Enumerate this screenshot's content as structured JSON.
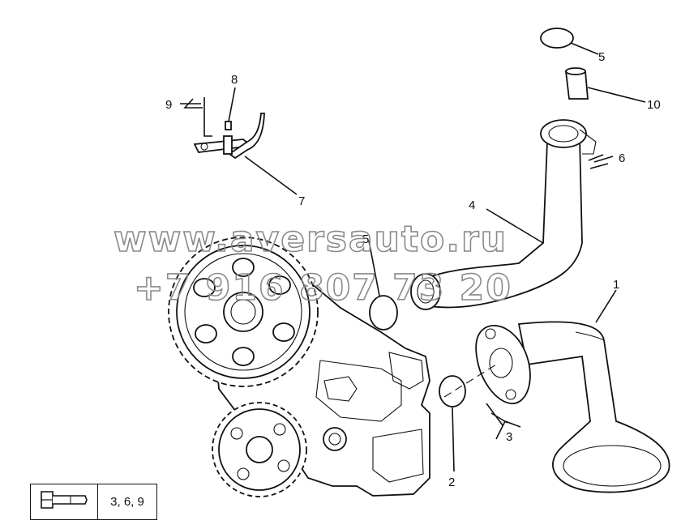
{
  "watermark": {
    "site": "www.aversauto.ru",
    "phone": "+7 916 807 73 20"
  },
  "callouts": {
    "c1": "1",
    "c2": "2",
    "c3": "3",
    "c4": "4",
    "c5_top": "5",
    "c5_mid": "5",
    "c6": "6",
    "c7": "7",
    "c8": "8",
    "c9": "9",
    "c10": "10"
  },
  "legend": {
    "icon": "bolt-icon",
    "text": "3, 6, 9"
  }
}
